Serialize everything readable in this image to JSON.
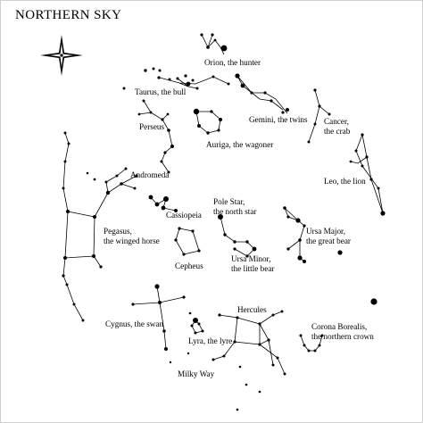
{
  "title": "NORTHERN SKY",
  "colors": {
    "background": "#ffffff",
    "ink": "#000000"
  },
  "icons": {
    "compass_star": "four-point-star-icon"
  },
  "constellations": [
    {
      "id": "orion",
      "lines": [
        "Orion, the hunter"
      ]
    },
    {
      "id": "taurus",
      "lines": [
        "Taurus, the bull"
      ]
    },
    {
      "id": "gemini",
      "lines": [
        "Gemini, the twins"
      ]
    },
    {
      "id": "cancer",
      "lines": [
        "Cancer,",
        "the crab"
      ]
    },
    {
      "id": "perseus",
      "lines": [
        "Perseus"
      ]
    },
    {
      "id": "auriga",
      "lines": [
        "Auriga, the wagoner"
      ]
    },
    {
      "id": "andromeda",
      "lines": [
        "Andromeda"
      ]
    },
    {
      "id": "leo",
      "lines": [
        "Leo, the lion"
      ]
    },
    {
      "id": "cassiopeia",
      "lines": [
        "Cassiopeia"
      ]
    },
    {
      "id": "polestar",
      "lines": [
        "Pole Star,",
        "the north star"
      ]
    },
    {
      "id": "pegasus",
      "lines": [
        "Pegasus,",
        "the winged horse"
      ]
    },
    {
      "id": "ursamajor",
      "lines": [
        "Ursa Major,",
        "the great bear"
      ]
    },
    {
      "id": "cepheus",
      "lines": [
        "Cepheus"
      ]
    },
    {
      "id": "ursaminor",
      "lines": [
        "Ursa Minor,",
        "the little bear"
      ]
    },
    {
      "id": "hercules",
      "lines": [
        "Hercules"
      ]
    },
    {
      "id": "cygnus",
      "lines": [
        "Cygnus, the swan"
      ]
    },
    {
      "id": "coronaborealis",
      "lines": [
        "Corona Borealis,",
        "the northern crown"
      ]
    },
    {
      "id": "lyra",
      "lines": [
        "Lyra, the lyre"
      ]
    },
    {
      "id": "milkyway",
      "lines": [
        "Milky Way"
      ]
    }
  ]
}
